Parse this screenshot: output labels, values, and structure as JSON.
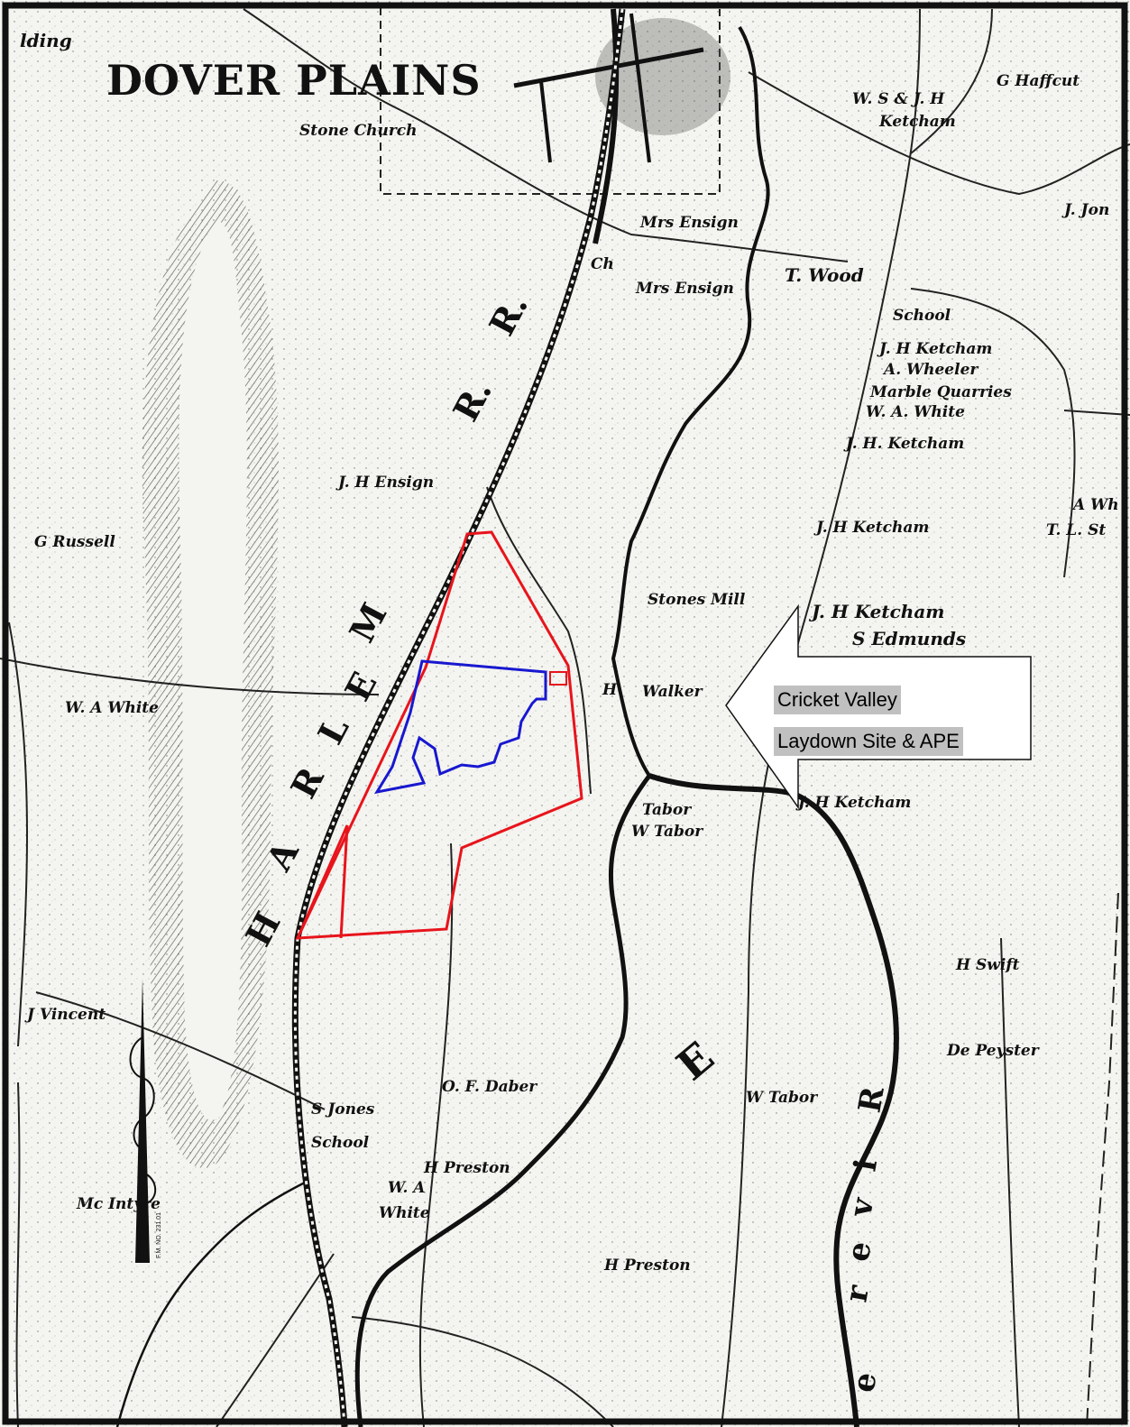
{
  "map": {
    "title": "DOVER PLAINS",
    "corner_fragment": "lding",
    "railroad_letters": [
      "H",
      "A",
      "R",
      "L",
      "E",
      "M",
      "R.",
      "R."
    ],
    "river_letters": [
      "R",
      "i",
      "v",
      "e",
      "r"
    ],
    "river_end_letter": "e",
    "big_e": "E",
    "labels": [
      "Stone Church",
      "G Haffcut",
      "W. S & J. H",
      "Ketcham",
      "J. Jon",
      "Mrs Ensign",
      "Ch",
      "Mrs Ensign",
      "T. Wood",
      "School",
      "J. H Ketcham",
      "A. Wheeler",
      "Marble Quarries",
      "W. A. White",
      "J. H. Ketcham",
      "J. H Ensign",
      "J. H Ketcham",
      "A Wh",
      "T. L. St",
      "G Russell",
      "Stones Mill",
      "J. H Ketcham",
      "S Edmunds",
      "H",
      "Walker",
      "W. A White",
      "Tabor",
      "W Tabor",
      "J. H Ketcham",
      "H Swift",
      "J Vincent",
      "De Peyster",
      "O. F. Daber",
      "W Tabor",
      "S Jones",
      "School",
      "H Preston",
      "W. A",
      "White",
      "Mc Intyre",
      "H Preston"
    ],
    "north_arrow_tag": "F.M. NO. 231.01"
  },
  "callout": {
    "line1": "Cricket Valley",
    "line2": "Laydown Site & APE"
  },
  "colors": {
    "site_boundary": "#e8141c",
    "ape_boundary": "#1818d0",
    "callout_fill": "#c0c0c0",
    "ink": "#111111",
    "paper": "#f2f2ee"
  }
}
